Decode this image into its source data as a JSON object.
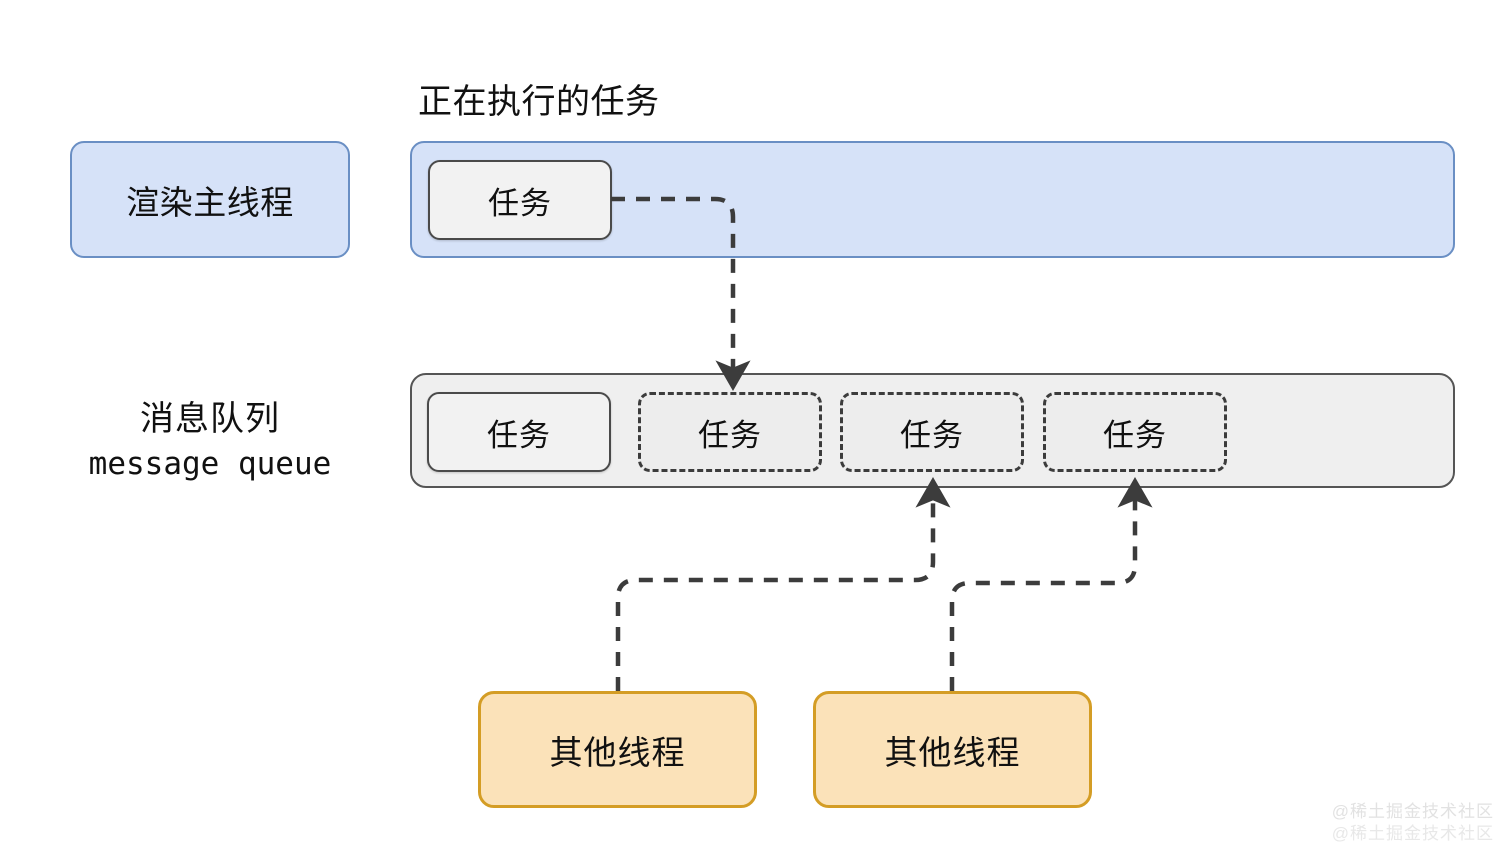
{
  "diagram": {
    "title_running_task": "正在执行的任务",
    "main_thread_label": "渲染主线程",
    "queue_label_cn": "消息队列",
    "queue_label_en": "message queue",
    "running_task_label": "任务",
    "queue_tasks": [
      {
        "label": "任务",
        "style": "solid"
      },
      {
        "label": "任务",
        "style": "dashed"
      },
      {
        "label": "任务",
        "style": "dashed"
      },
      {
        "label": "任务",
        "style": "dashed"
      }
    ],
    "workers": [
      {
        "label": "其他线程"
      },
      {
        "label": "其他线程"
      }
    ],
    "colors": {
      "thread_fill": "#d6e2f8",
      "thread_border": "#6a8fc4",
      "queue_fill": "#efefef",
      "queue_border": "#555555",
      "task_fill": "#f2f2f2",
      "task_border": "#4a4a4a",
      "worker_fill": "#fbe2b9",
      "worker_border": "#d49d25",
      "arrow": "#3c3c3c"
    }
  },
  "watermark": {
    "line1": "@稀土掘金技术社区",
    "line2": "@稀土掘金技术社区"
  }
}
